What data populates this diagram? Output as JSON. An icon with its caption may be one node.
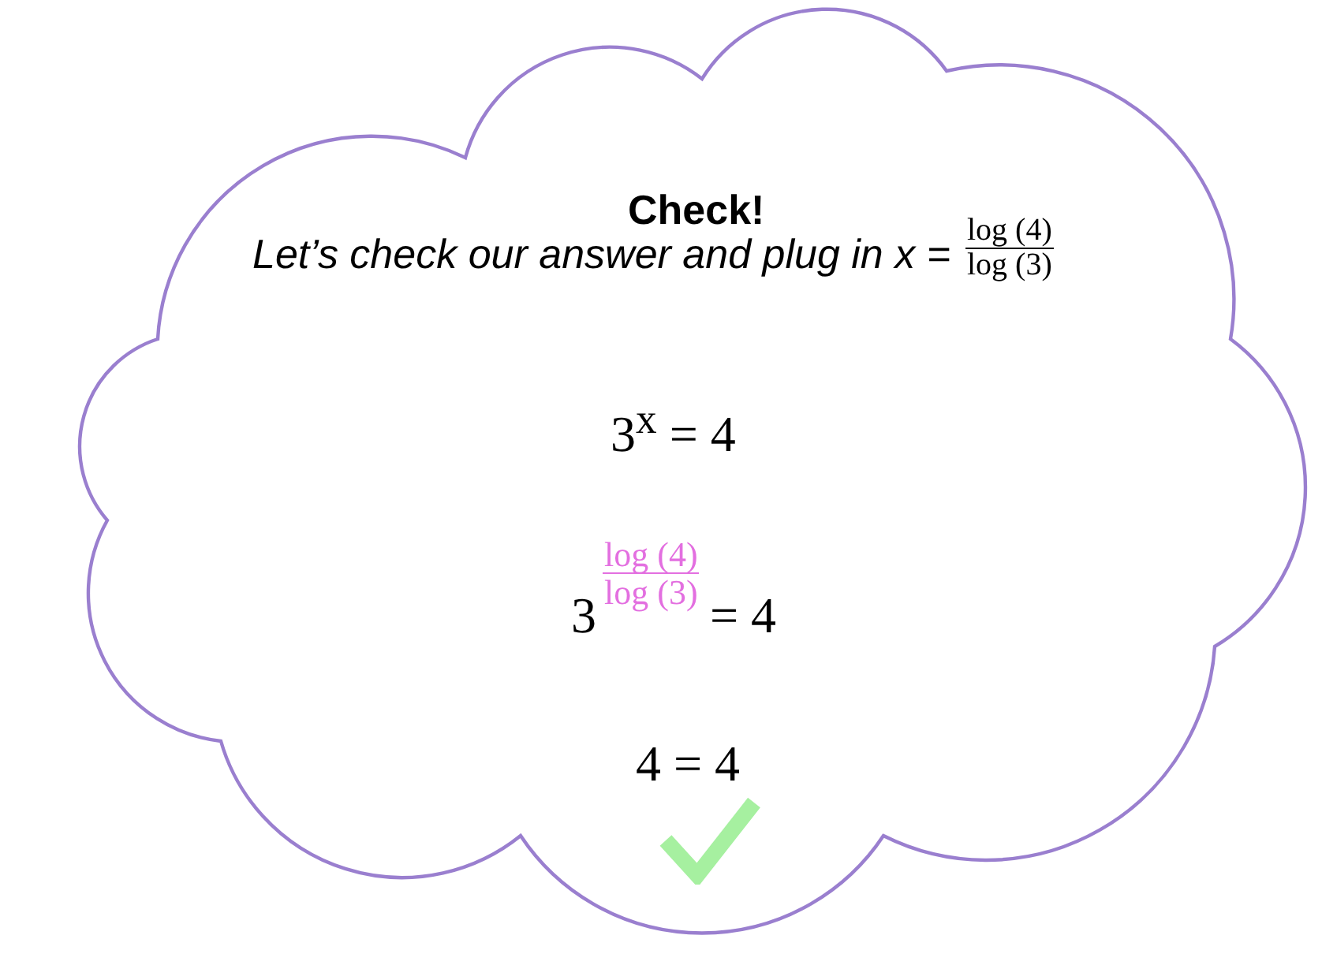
{
  "diagram": {
    "nodes": [
      {
        "text": [
          "Check!",
          "Let’s check our answer and plug in x =",
          "log (4)",
          "log (3)",
          "3$^{x}$ = 4",
          "3",
          "log (4)",
          "log (3)",
          "= 4",
          "4 = 4"
        ]
      }
    ]
  }
}
